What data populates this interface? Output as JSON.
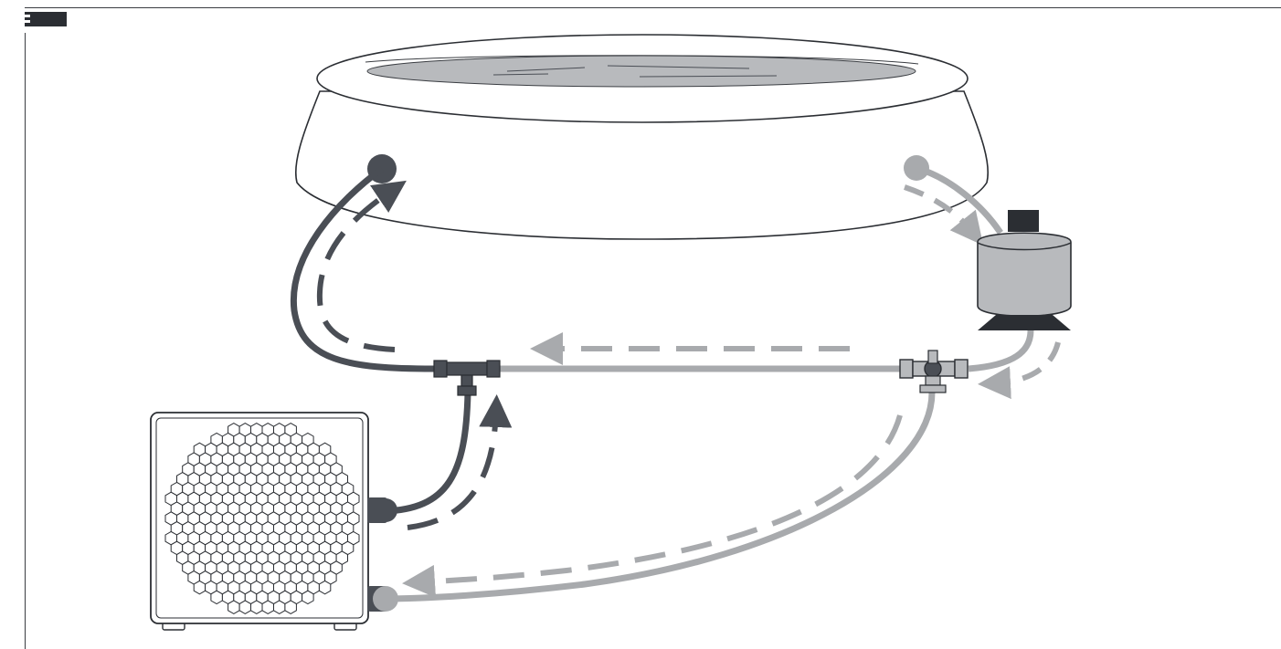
{
  "diagram": {
    "components": {
      "pool": "inflatable-pool",
      "filter_pump": "sand-filter-pump",
      "heat_pump": "pool-heat-pump",
      "tee_fitting": "tee-connector",
      "bypass_valve": "three-way-valve"
    },
    "flow_legend": {
      "cold_water_color": "#a8aaad",
      "warm_water_color": "#4a4e55"
    },
    "icons": {
      "control_panel": "display-panel-icon",
      "fan_grille": "hexagon-grille-icon"
    }
  }
}
